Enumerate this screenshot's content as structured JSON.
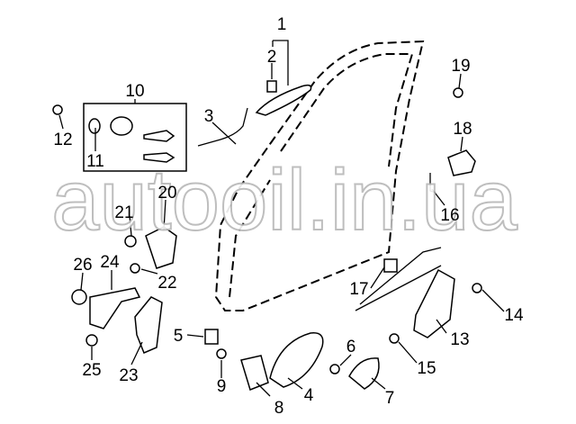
{
  "watermark": "autooil.in.ua",
  "callouts": [
    {
      "id": "1",
      "label": "1"
    },
    {
      "id": "2",
      "label": "2"
    },
    {
      "id": "3",
      "label": "3"
    },
    {
      "id": "4",
      "label": "4"
    },
    {
      "id": "5",
      "label": "5"
    },
    {
      "id": "6",
      "label": "6"
    },
    {
      "id": "7",
      "label": "7"
    },
    {
      "id": "8",
      "label": "8"
    },
    {
      "id": "9",
      "label": "9"
    },
    {
      "id": "10",
      "label": "10"
    },
    {
      "id": "11",
      "label": "11"
    },
    {
      "id": "12",
      "label": "12"
    },
    {
      "id": "13",
      "label": "13"
    },
    {
      "id": "14",
      "label": "14"
    },
    {
      "id": "15",
      "label": "15"
    },
    {
      "id": "16",
      "label": "16"
    },
    {
      "id": "17",
      "label": "17"
    },
    {
      "id": "18",
      "label": "18"
    },
    {
      "id": "19",
      "label": "19"
    },
    {
      "id": "20",
      "label": "20"
    },
    {
      "id": "21",
      "label": "21"
    },
    {
      "id": "22",
      "label": "22"
    },
    {
      "id": "23",
      "label": "23"
    },
    {
      "id": "24",
      "label": "24"
    },
    {
      "id": "25",
      "label": "25"
    },
    {
      "id": "26",
      "label": "26"
    }
  ]
}
